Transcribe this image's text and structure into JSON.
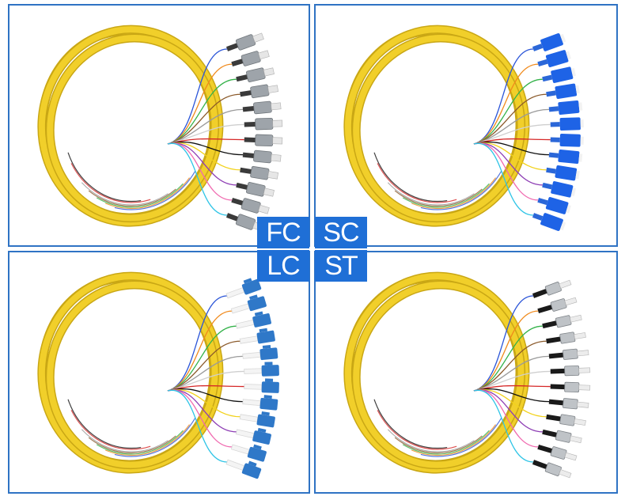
{
  "labels": {
    "fc": "FC",
    "sc": "SC",
    "lc": "LC",
    "st": "ST"
  },
  "colors": {
    "border": "#2f73c4",
    "badge": "#1f6fd6",
    "jacket": "#f1cf2a",
    "sc_connector": "#1e63e6",
    "lc_connector": "#2f78c8",
    "fc_connector": "#9ea4aa",
    "st_connector": "#1a1a1a",
    "fiber_colors": [
      "#2b55d8",
      "#f08a1c",
      "#34b24a",
      "#8b5a2b",
      "#9a9a9a",
      "#ffffff",
      "#d62828",
      "#111111",
      "#f2d21b",
      "#8e3fb5",
      "#f06ab0",
      "#2ec4e6"
    ]
  },
  "icons": {
    "fc": "fc-pigtail-bundle-icon",
    "sc": "sc-pigtail-bundle-icon",
    "lc": "lc-pigtail-bundle-icon",
    "st": "st-pigtail-bundle-icon"
  }
}
